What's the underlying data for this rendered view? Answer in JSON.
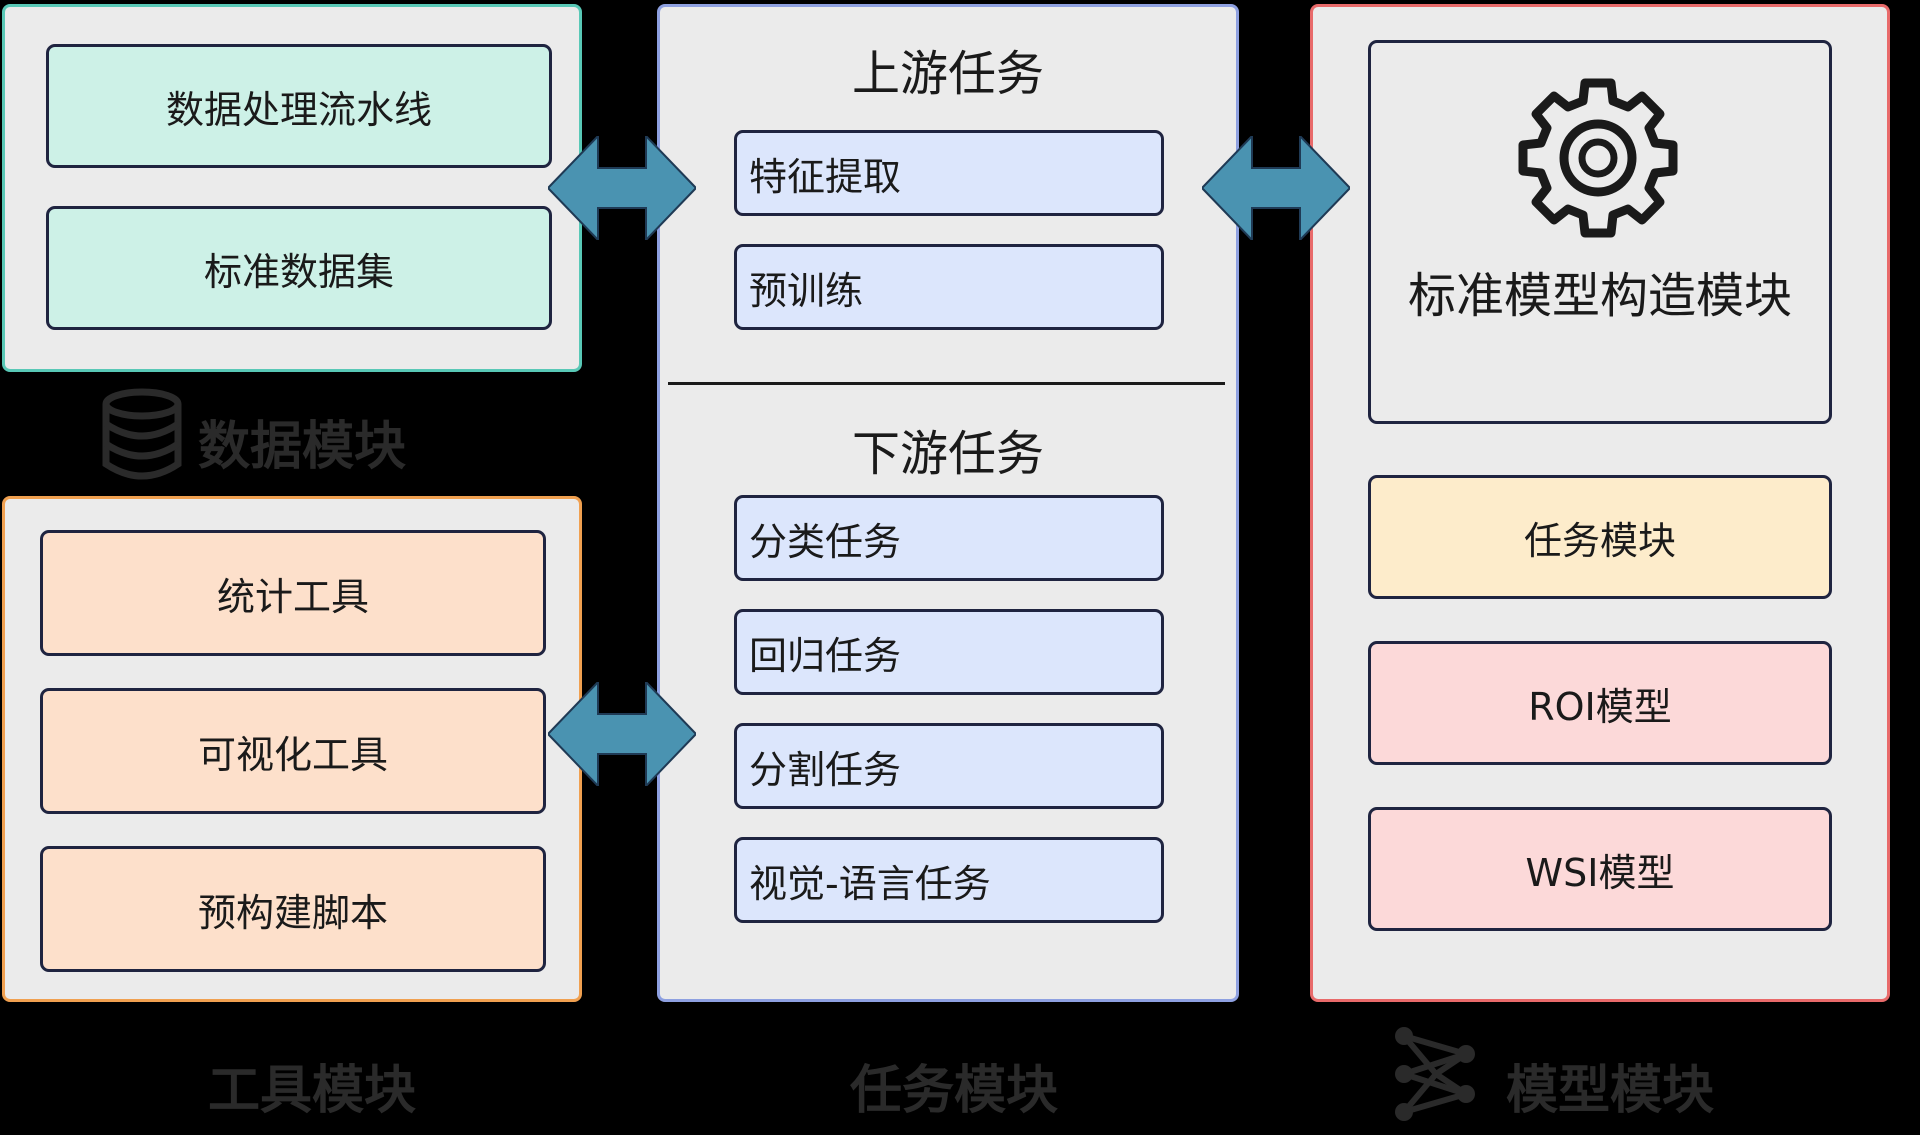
{
  "data_module": {
    "items": [
      "数据处理流水线",
      "标准数据集"
    ],
    "caption": "数据模块",
    "icon": "database-icon"
  },
  "tool_module": {
    "items": [
      "统计工具",
      "可视化工具",
      "预构建脚本"
    ],
    "caption": "工具模块"
  },
  "task_module": {
    "upstream_title": "上游任务",
    "upstream_items": [
      "特征提取",
      "预训练"
    ],
    "downstream_title": "下游任务",
    "downstream_items": [
      "分类任务",
      "回归任务",
      "分割任务",
      "视觉-语言任务"
    ],
    "caption": "任务模块"
  },
  "model_module": {
    "builder_title": "标准模型构造模块",
    "builder_icon": "gear-icon",
    "items": [
      "任务模块",
      "ROI模型",
      "WSI模型"
    ],
    "caption": "模型模块",
    "icon": "network-icon"
  },
  "colors": {
    "panel_bg": "#ebebeb",
    "data_border": "#59c8b6",
    "data_box": "#cdf1e7",
    "tool_border": "#f0a050",
    "tool_box": "#fde0cb",
    "task_border": "#8ea0e0",
    "task_box": "#dce6fc",
    "model_border": "#e86a6a",
    "model_task_box": "#fdeccb",
    "model_box": "#fcd9d9",
    "arrow": "#4a93b1",
    "caption_icon": "#2a2a2a"
  }
}
